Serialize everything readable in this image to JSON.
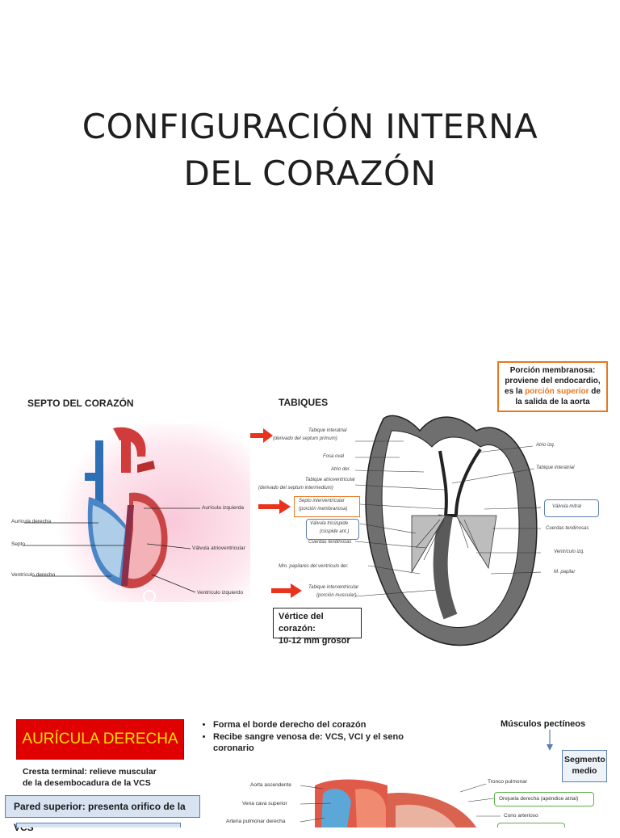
{
  "title": {
    "line1": "CONFIGURACIÓN INTERNA",
    "line2": "DEL CORAZÓN"
  },
  "septo": {
    "heading": "SEPTO DEL CORAZÓN",
    "labels": {
      "auricula_derecha": "Aurícula derecha",
      "septo": "Septo",
      "ventriculo_derecho": "Ventrículo derecho",
      "auricula_izquierda": "Aurícula izquierda",
      "valvula_av": "Válvula atrioventricular",
      "ventriculo_izquierdo": "Ventrículo izquierdo"
    }
  },
  "tabiques": {
    "heading": "TABIQUES",
    "left_labels": [
      "Tabique interatrial",
      "(derivado del septum primum)",
      "Fosa oval",
      "Atrio der.",
      "Tabique atrioventricular",
      "(derivado del septum intermedium)",
      "Septo interventricular",
      "(porción membranosa)",
      "Válvula tricúspide",
      "(cúspide ant.)",
      "Cuerdas tendinosas",
      "Mm. papilares del ventrículo der.",
      "Tabique interventricular",
      "(porción muscular)"
    ],
    "right_labels": [
      "Atrio izq.",
      "Tabique interatrial",
      "Válvula mitral",
      "Cuerdas tendinosas",
      "Ventrículo izq.",
      "M. papilar"
    ],
    "callout": {
      "line1": "Porción membranosa:",
      "line2": "proviene del endocardio,",
      "line3_pre": "es la ",
      "line3_hl": "porción superior",
      "line3_post": " de",
      "line4": "la salida de la aorta"
    },
    "vertice": {
      "line1": "Vértice del corazón:",
      "line2": "10-12 mm grosor"
    },
    "colors": {
      "accent_orange": "#e87722",
      "arrow_red": "#e8341c",
      "box_blue": "#5b7fb0"
    }
  },
  "auricula": {
    "banner": "AURÍCULA DERECHA",
    "bullets": [
      "Forma el borde derecho del corazón",
      "Recibe sangre venosa de: VCS, VCI y el seno coronario"
    ],
    "musculos": "Músculos pectíneos",
    "segmento": {
      "line1": "Segmento",
      "line2": "medio"
    },
    "cresta": {
      "line1": "Cresta terminal: relieve muscular",
      "line2": "de la desembocadura de la VCS"
    },
    "pared": "Pared superior: presenta orifico de la VCS",
    "diagram_labels": {
      "aorta": "Aorta ascendente",
      "vena_cava": "Vena cava superior",
      "arteria_pulmonar": "Arteria pulmonar derecha",
      "tronco": "Tronco pulmonar",
      "orejuela": "Orejuela derecha (apéndice atrial)",
      "cono": "Cono arterioso"
    }
  }
}
